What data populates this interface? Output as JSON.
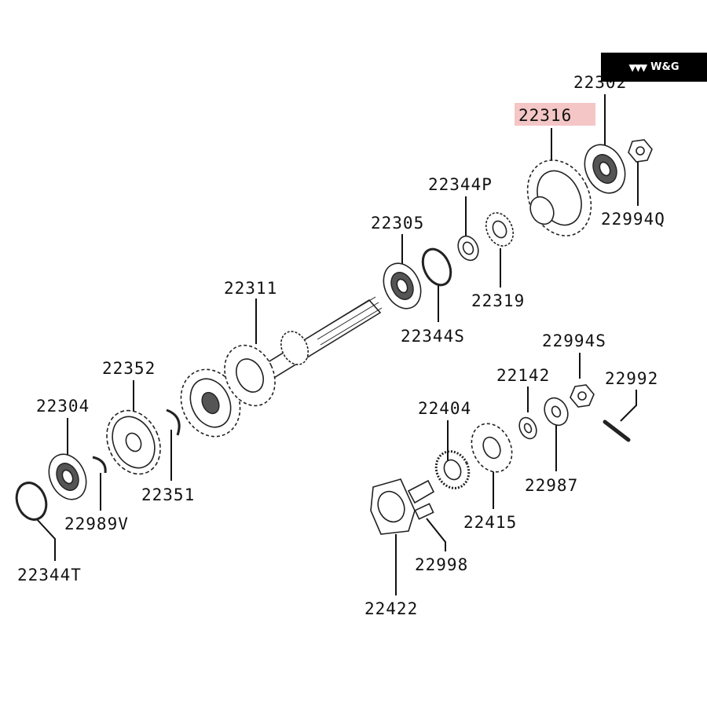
{
  "brand": {
    "text": "W&G",
    "mark_icon": "chevron-mark-icon",
    "background": "#000000"
  },
  "highlight_color": "#f4c6c6",
  "parts": {
    "p22302": "22302",
    "p22316": "22316",
    "p22344P": "22344P",
    "p22994Q": "22994Q",
    "p22305": "22305",
    "p22319": "22319",
    "p22311": "22311",
    "p22344S": "22344S",
    "p22352": "22352",
    "p22994S": "22994S",
    "p22142": "22142",
    "p22992": "22992",
    "p22304": "22304",
    "p22404": "22404",
    "p22351": "22351",
    "p22987": "22987",
    "p22989V": "22989V",
    "p22415": "22415",
    "p22998": "22998",
    "p22344T": "22344T",
    "p22422": "22422"
  }
}
